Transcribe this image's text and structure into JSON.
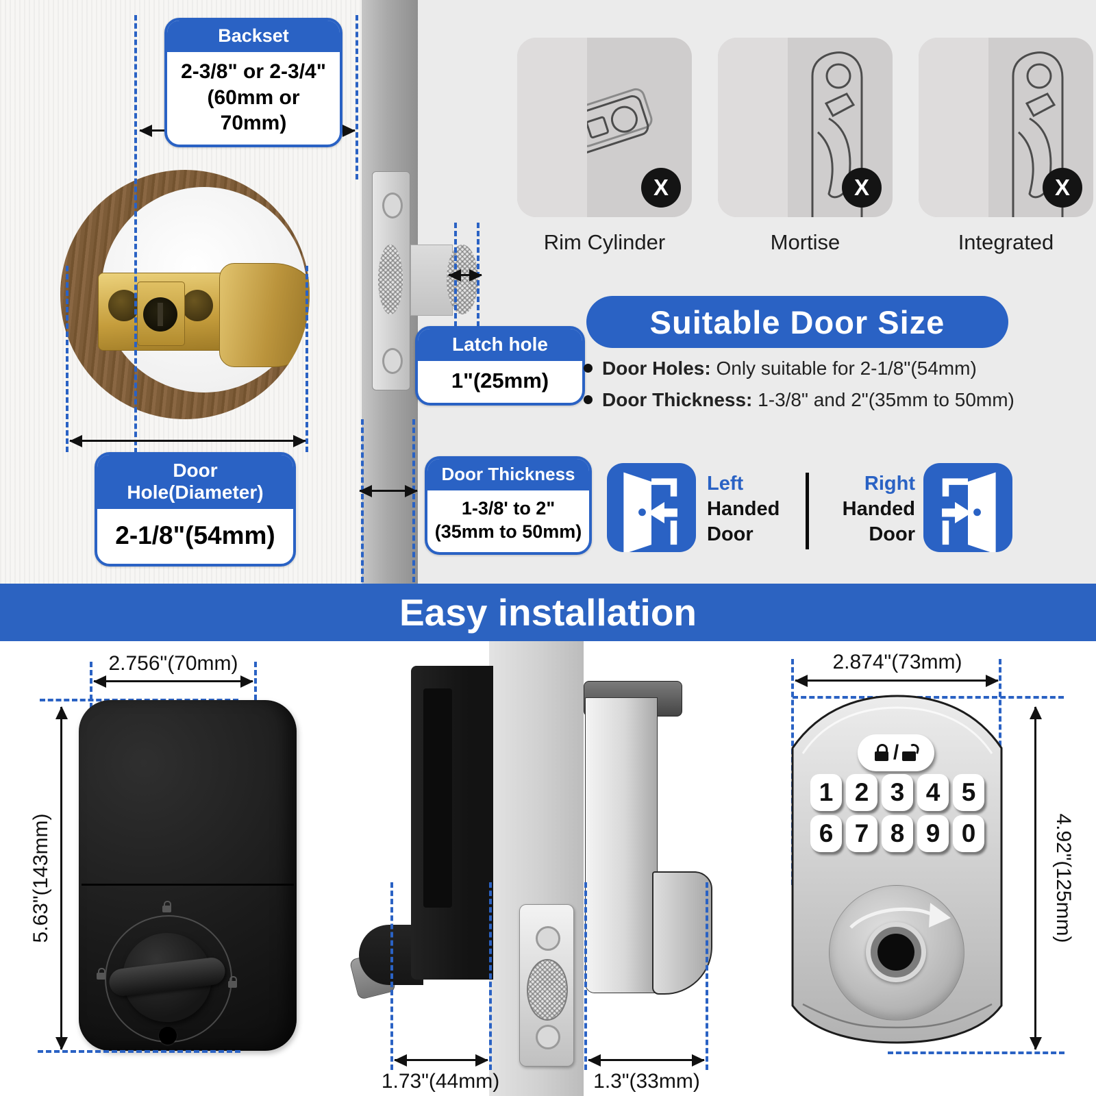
{
  "colors": {
    "accent_blue": "#2a62c4",
    "banner_blue": "#2c63c1",
    "panel_gray": "#cfcdcd",
    "background_gray": "#ebebeb",
    "badge_black": "#141414"
  },
  "callouts": {
    "backset": {
      "title": "Backset",
      "line1": "2-3/8\" or 2-3/4\"",
      "line2": "(60mm or 70mm)"
    },
    "latch_hole": {
      "title": "Latch hole",
      "line1": "1\"(25mm)"
    },
    "door_hole": {
      "title": "Door Hole(Diameter)",
      "line1": "2-1/8\"(54mm)"
    },
    "door_thickness": {
      "title": "Door Thickness",
      "line1": "1-3/8' to 2\"",
      "line2": "(35mm to 50mm)"
    }
  },
  "incompatible": [
    {
      "label": "Rim Cylinder",
      "badge": "X"
    },
    {
      "label": "Mortise",
      "badge": "X"
    },
    {
      "label": "Integrated",
      "badge": "X"
    }
  ],
  "suitable": {
    "title": "Suitable Door Size",
    "bullet1_bold": "Door Holes:",
    "bullet1_text": " Only suitable for 2-1/8\"(54mm)",
    "bullet2_bold": "Door Thickness:",
    "bullet2_text": " 1-3/8\" and 2\"(35mm to 50mm)",
    "left_word": "Left",
    "left_rest1": "Handed",
    "left_rest2": "Door",
    "right_word": "Right",
    "right_rest1": "Handed",
    "right_rest2": "Door"
  },
  "banner": {
    "title": "Easy installation"
  },
  "dimensions": {
    "interior_width": "2.756\"(70mm)",
    "interior_height": "5.63\"(143mm)",
    "side_left": "1.73\"(44mm)",
    "side_right": "1.3\"(33mm)",
    "exterior_width": "2.874\"(73mm)",
    "exterior_height": "4.92\"(125mm)"
  },
  "keypad": {
    "divider": "/",
    "keys_row1": [
      "1",
      "2",
      "3",
      "4",
      "5"
    ],
    "keys_row2": [
      "6",
      "7",
      "8",
      "9",
      "0"
    ]
  }
}
